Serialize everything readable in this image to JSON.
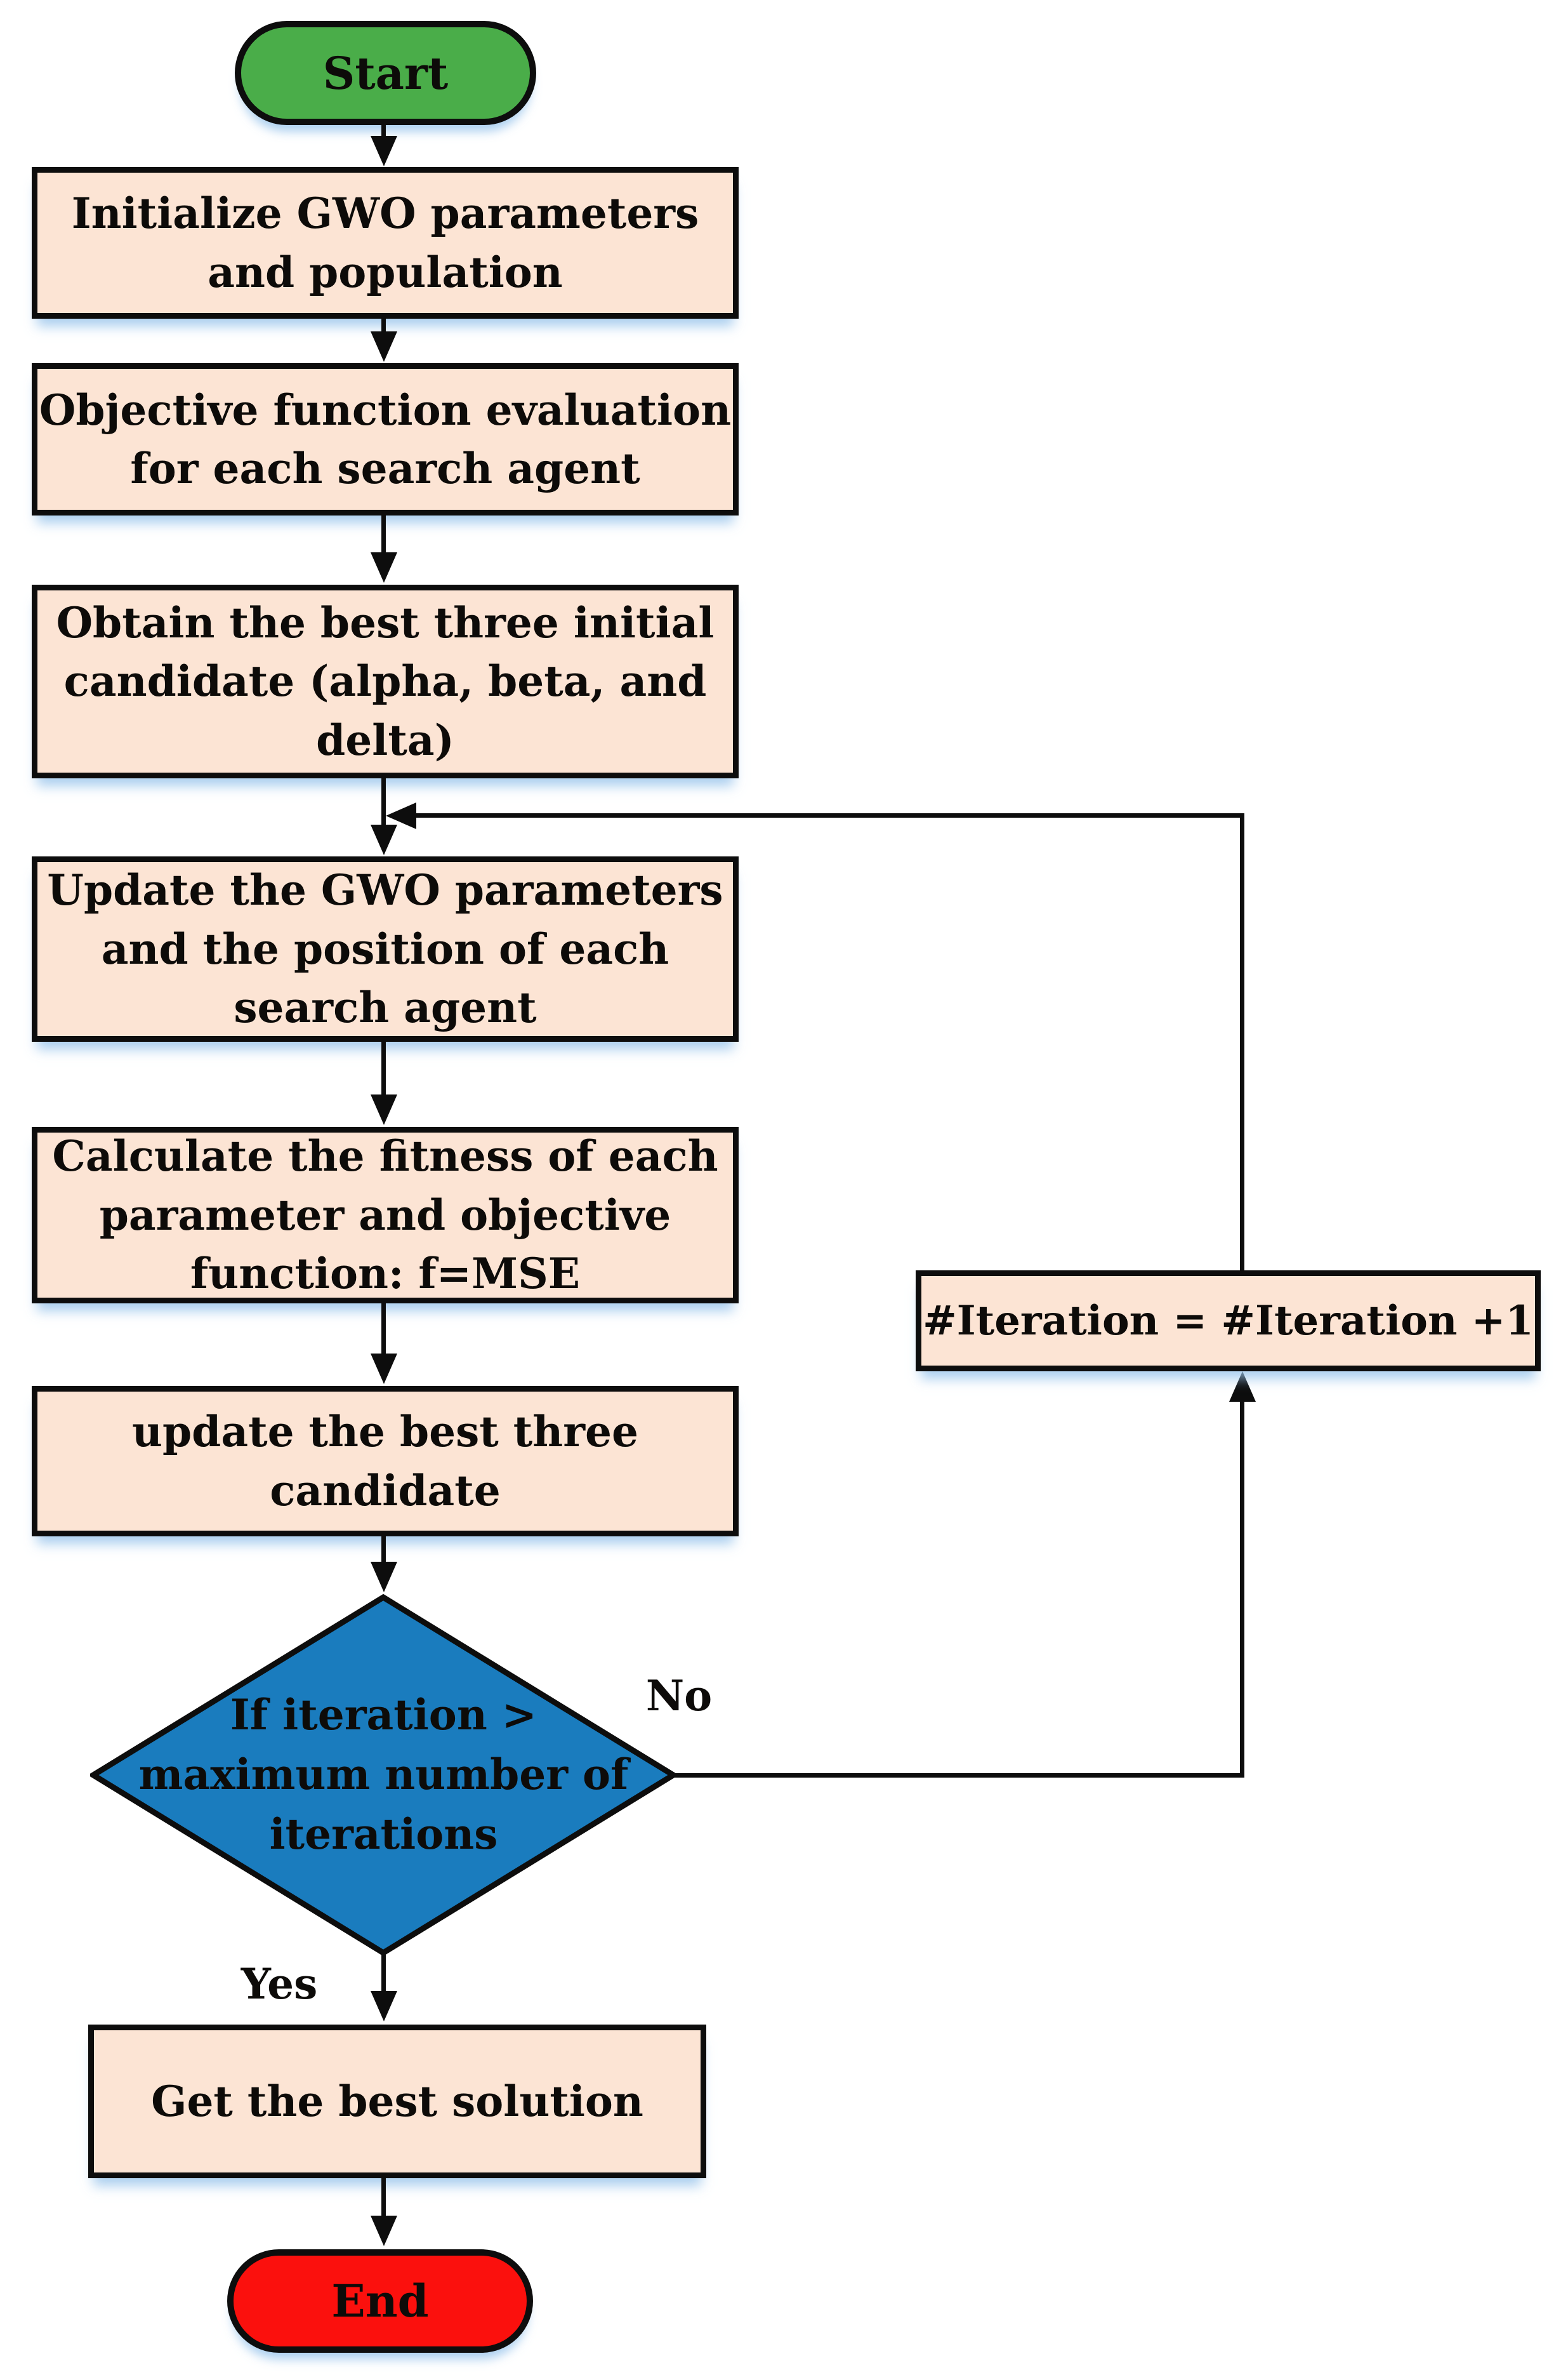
{
  "colors": {
    "start_fill": "#4aad49",
    "process_fill": "#fce4d4",
    "decision_fill": "#1a7cbe",
    "end_fill": "#fb100d",
    "line": "#0d0d0d"
  },
  "nodes": {
    "start": {
      "label": "Start"
    },
    "initialize": {
      "lines": [
        "Initialize GWO parameters",
        "and population"
      ]
    },
    "objective": {
      "lines": [
        "Objective function evaluation",
        "for each search agent"
      ]
    },
    "obtain": {
      "lines": [
        "Obtain the best three initial",
        "candidate (alpha, beta, and",
        "delta)"
      ]
    },
    "update_params": {
      "lines": [
        "Update the GWO parameters",
        "and the position of each",
        "search agent"
      ]
    },
    "calculate": {
      "lines": [
        "Calculate the fitness of each",
        "parameter and objective",
        "function: f=MSE"
      ]
    },
    "update_best": {
      "lines": [
        "update the best three",
        "candidate"
      ]
    },
    "decision": {
      "lines": [
        "If iteration >",
        "maximum number of",
        "iterations"
      ]
    },
    "increment": {
      "label": "#Iteration = #Iteration +1"
    },
    "get_best": {
      "label": "Get the best solution"
    },
    "end": {
      "label": "End"
    }
  },
  "edge_labels": {
    "no": "No",
    "yes": "Yes"
  }
}
